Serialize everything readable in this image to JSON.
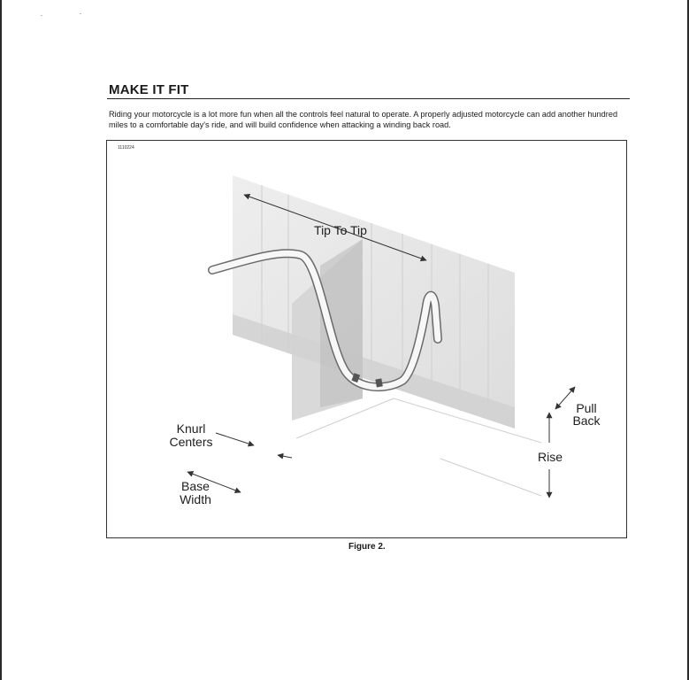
{
  "section": {
    "heading": "MAKE IT FIT",
    "intro": "Riding your motorcycle is a lot more fun when all the controls feel natural to operate. A properly adjusted motorcycle can add another hundred miles to a comfortable day's ride, and will build confidence when attacking a winding back road."
  },
  "figure": {
    "id": "1110224",
    "caption": "Figure 2.",
    "labels": {
      "tip_to_tip": "Tip To Tip",
      "knurl_1": "Knurl",
      "knurl_2": "Centers",
      "base_1": "Base",
      "base_2": "Width",
      "pull_1": "Pull",
      "pull_2": "Back",
      "rise": "Rise"
    }
  },
  "colors": {
    "panel": "#e6e6e6",
    "bar": "#f4f4f4",
    "arrow": "#333333"
  }
}
